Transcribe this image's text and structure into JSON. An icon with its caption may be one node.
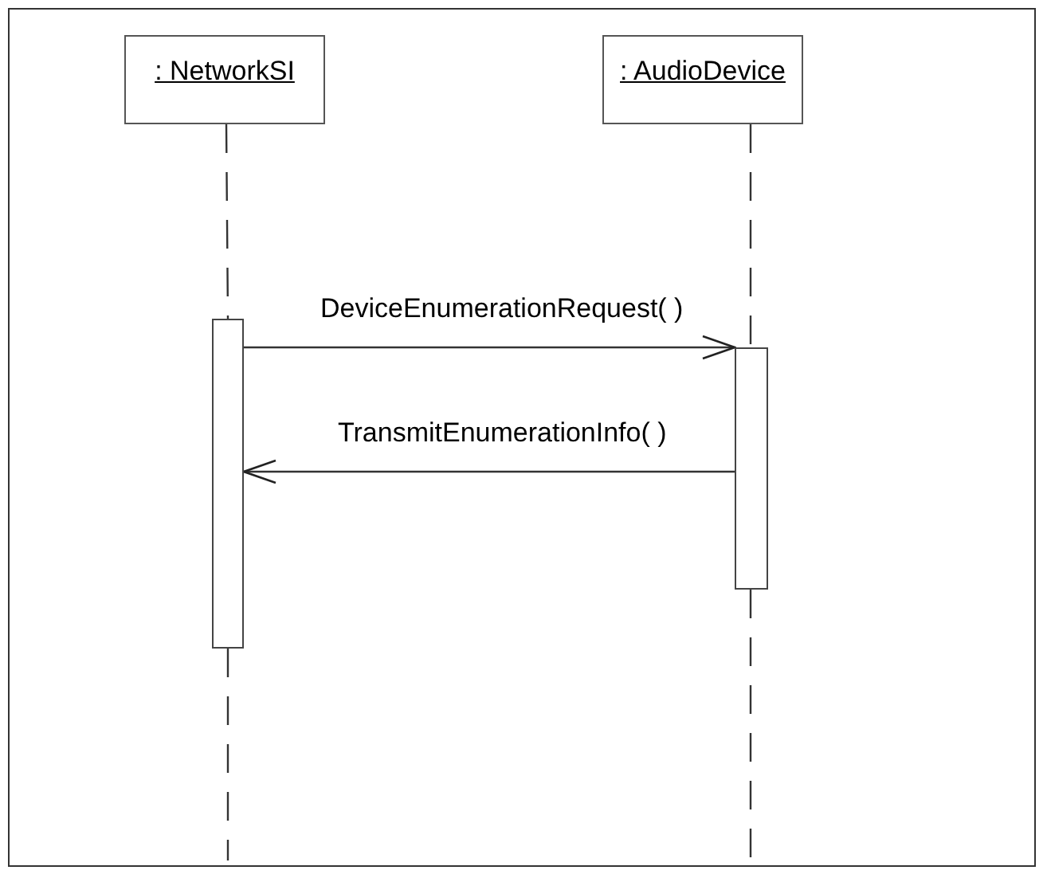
{
  "diagram": {
    "nodes": [
      {
        "text": [
          ": NetworkSI"
        ]
      },
      {
        "text": [
          ": AudioDevice"
        ]
      },
      {
        "text": [],
        "shape": "bar"
      },
      {
        "text": [],
        "shape": "bar"
      }
    ],
    "edges": [
      {
        "from": 0,
        "to": 2,
        "arrow": "none",
        "style": "dashed"
      },
      {
        "from": 1,
        "to": 3,
        "arrow": "none",
        "style": "dashed"
      },
      {
        "from": 2,
        "to": 3,
        "label": "DeviceEnumerationRequest( )",
        "arrow": "to"
      },
      {
        "from": 3,
        "to": 2,
        "label": "TransmitEnumerationInfo( )",
        "arrow": "to"
      },
      {
        "from": 2,
        "to": null,
        "arrow": "none",
        "style": "dashed"
      },
      {
        "from": 3,
        "to": null,
        "arrow": "none",
        "style": "dashed"
      }
    ]
  }
}
